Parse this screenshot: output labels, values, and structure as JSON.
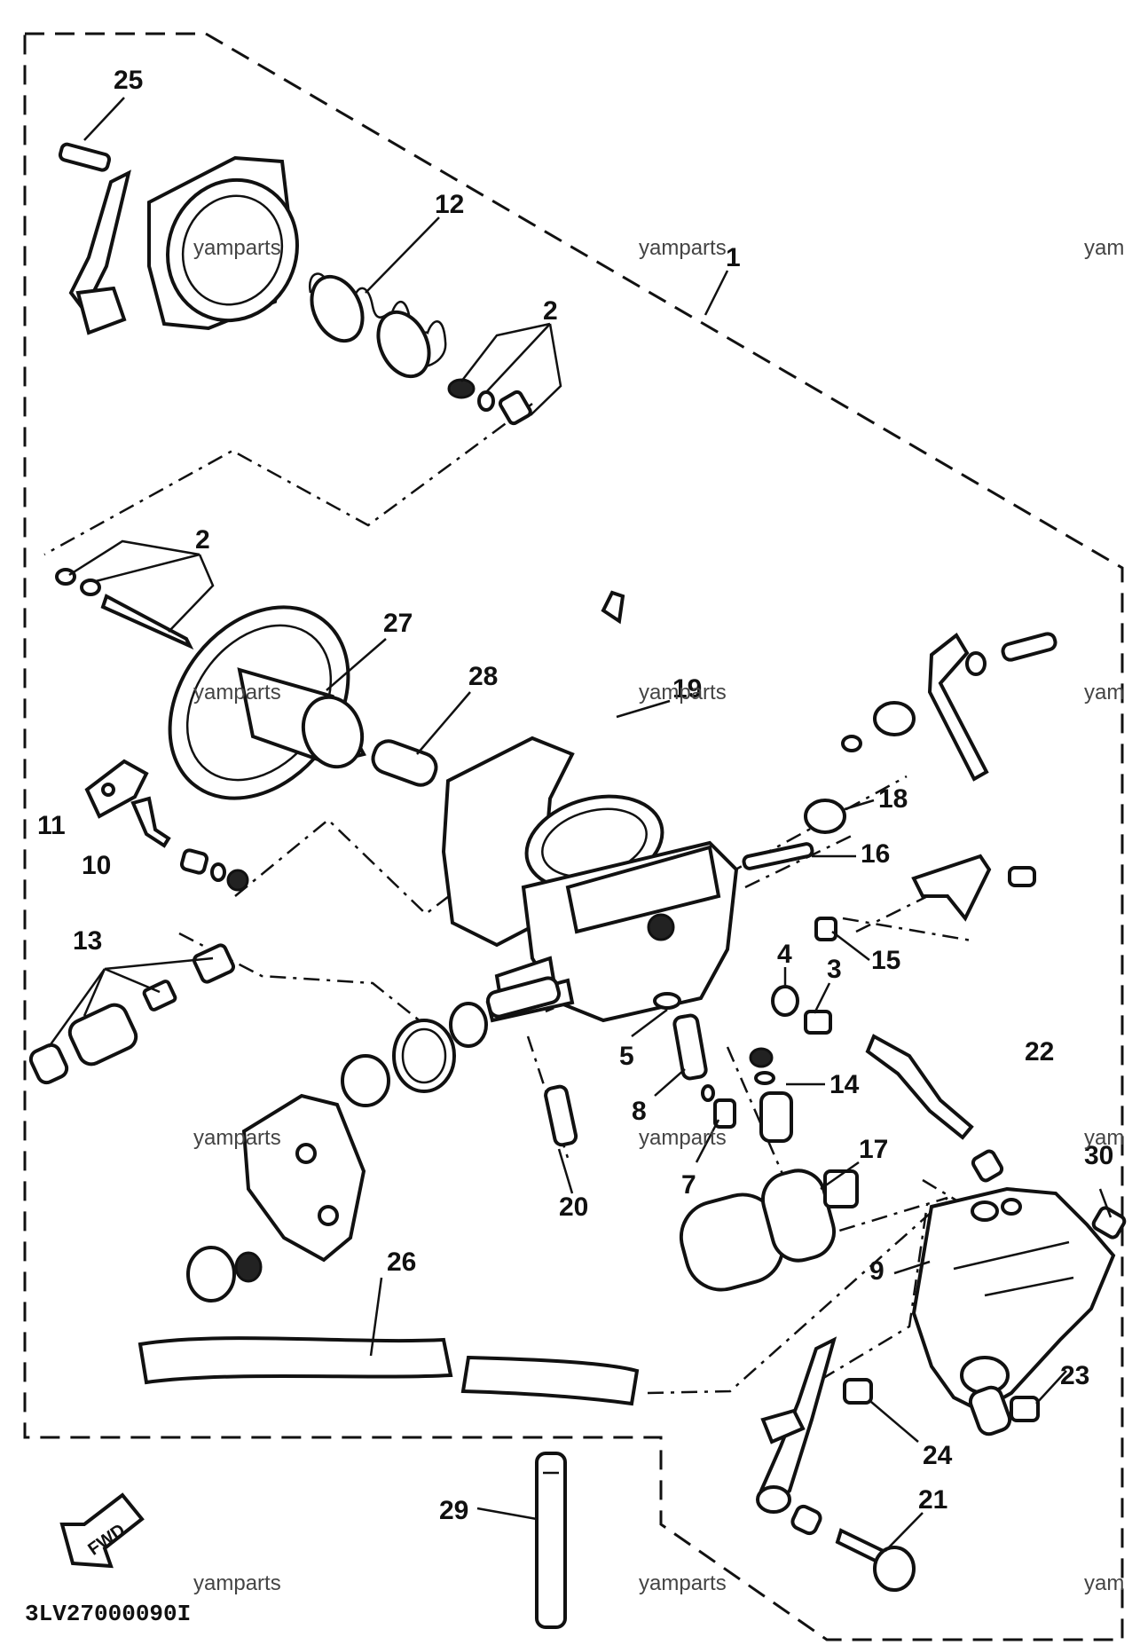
{
  "callouts": {
    "c1": "1",
    "c2a": "2",
    "c2b": "2",
    "c3": "3",
    "c4": "4",
    "c5": "5",
    "c7": "7",
    "c8": "8",
    "c9": "9",
    "c10": "10",
    "c11": "11",
    "c12": "12",
    "c13": "13",
    "c14": "14",
    "c15": "15",
    "c16": "16",
    "c17": "17",
    "c18": "18",
    "c19": "19",
    "c20": "20",
    "c21": "21",
    "c22": "22",
    "c23": "23",
    "c24": "24",
    "c25": "25",
    "c26": "26",
    "c27": "27",
    "c28": "28",
    "c29": "29",
    "c30": "30"
  },
  "watermark": {
    "w1": "yamparts",
    "w2": "yamparts",
    "w3": "yam",
    "w4": "yamparts",
    "w5": "yamparts",
    "w6": "yam",
    "w7": "yamparts",
    "w8": "yamparts",
    "w9": "yam",
    "w10": "yamparts",
    "w11": "yamparts",
    "w12": "yam"
  },
  "diagram_code": "3LV27000090I",
  "fwd_label": "FWD"
}
